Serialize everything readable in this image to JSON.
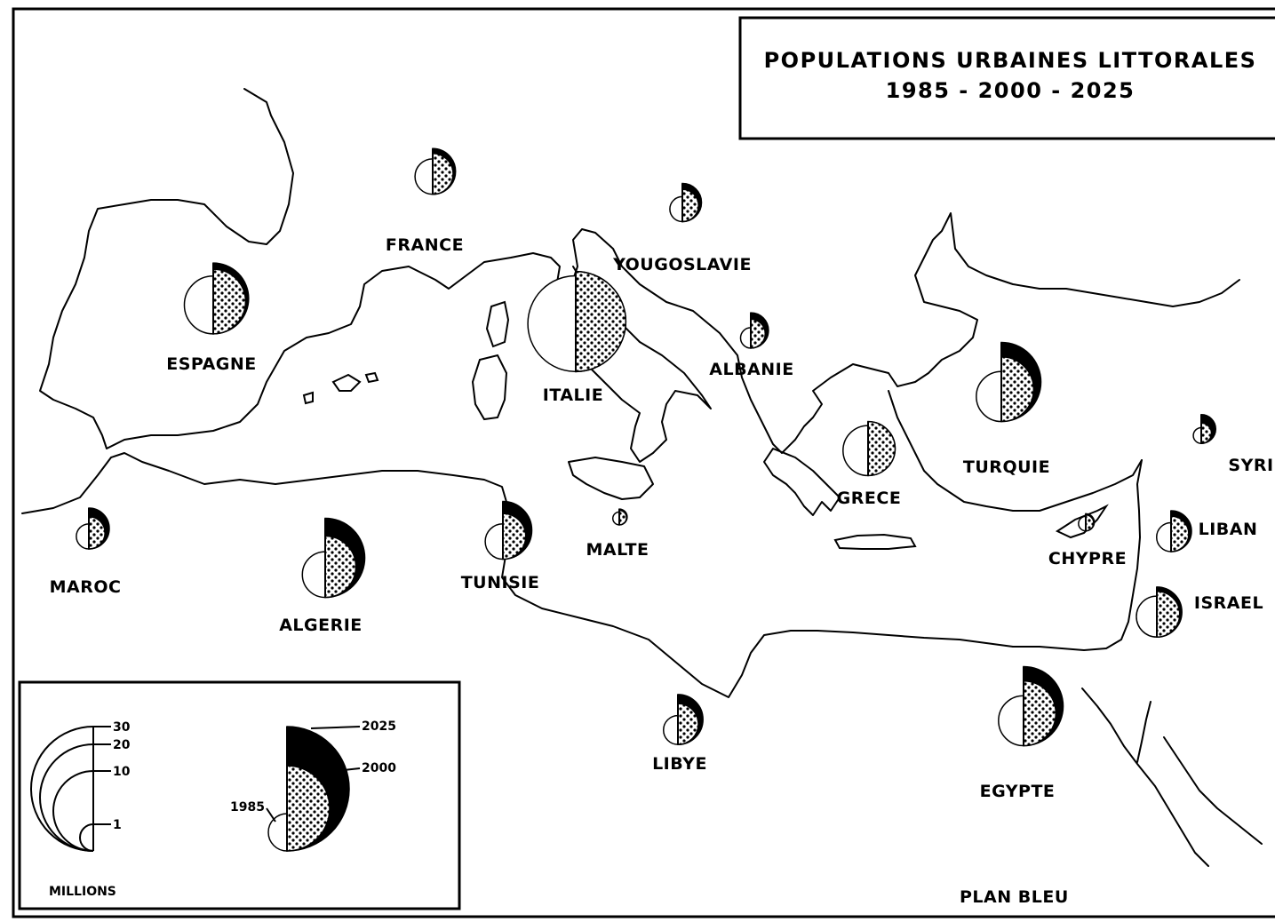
{
  "title": {
    "line1": "POPULATIONS URBAINES LITTORALES",
    "line2": "1985 - 2000 - 2025"
  },
  "credit": "PLAN BLEU",
  "countries": [
    {
      "id": "france",
      "label": "FRANCE",
      "values": [
        3,
        4,
        5
      ]
    },
    {
      "id": "espagne",
      "label": "ESPAGNE",
      "values": [
        8,
        10,
        12
      ]
    },
    {
      "id": "italie",
      "label": "ITALIE",
      "values": [
        22,
        24,
        24
      ]
    },
    {
      "id": "yougoslavie",
      "label": "YOUGOSLAVIE",
      "values": [
        1.5,
        2.5,
        3.5
      ]
    },
    {
      "id": "albanie",
      "label": "ALBANIE",
      "values": [
        1,
        2,
        3
      ]
    },
    {
      "id": "grece",
      "label": "GRECE",
      "values": [
        6,
        7,
        7
      ]
    },
    {
      "id": "turquie",
      "label": "TURQUIE",
      "values": [
        6,
        10,
        15
      ]
    },
    {
      "id": "syrie",
      "label": "SYRI",
      "values": [
        0.6,
        1,
        2
      ]
    },
    {
      "id": "liban",
      "label": "LIBAN",
      "values": [
        2,
        3,
        4
      ]
    },
    {
      "id": "israel",
      "label": "ISRAEL",
      "values": [
        4,
        5,
        6
      ]
    },
    {
      "id": "chypre",
      "label": "CHYPRE",
      "values": [
        0.5,
        0.6,
        0.7
      ]
    },
    {
      "id": "maroc",
      "label": "MAROC",
      "values": [
        1.5,
        2.5,
        4
      ]
    },
    {
      "id": "algerie",
      "label": "ALGERIE",
      "values": [
        5,
        9,
        15
      ]
    },
    {
      "id": "tunisie",
      "label": "TUNISIE",
      "values": [
        3,
        5,
        8
      ]
    },
    {
      "id": "malte",
      "label": "MALTE",
      "values": [
        0.4,
        0.5,
        0.6
      ]
    },
    {
      "id": "libye",
      "label": "LIBYE",
      "values": [
        2,
        4,
        6
      ]
    },
    {
      "id": "egypte",
      "label": "EGYPTE",
      "values": [
        6,
        10,
        15
      ]
    }
  ],
  "legend": {
    "scale_values": [
      "30",
      "20",
      "10",
      "1"
    ],
    "years": [
      "2025",
      "2000",
      "1985"
    ],
    "unit": "MILLIONS"
  }
}
